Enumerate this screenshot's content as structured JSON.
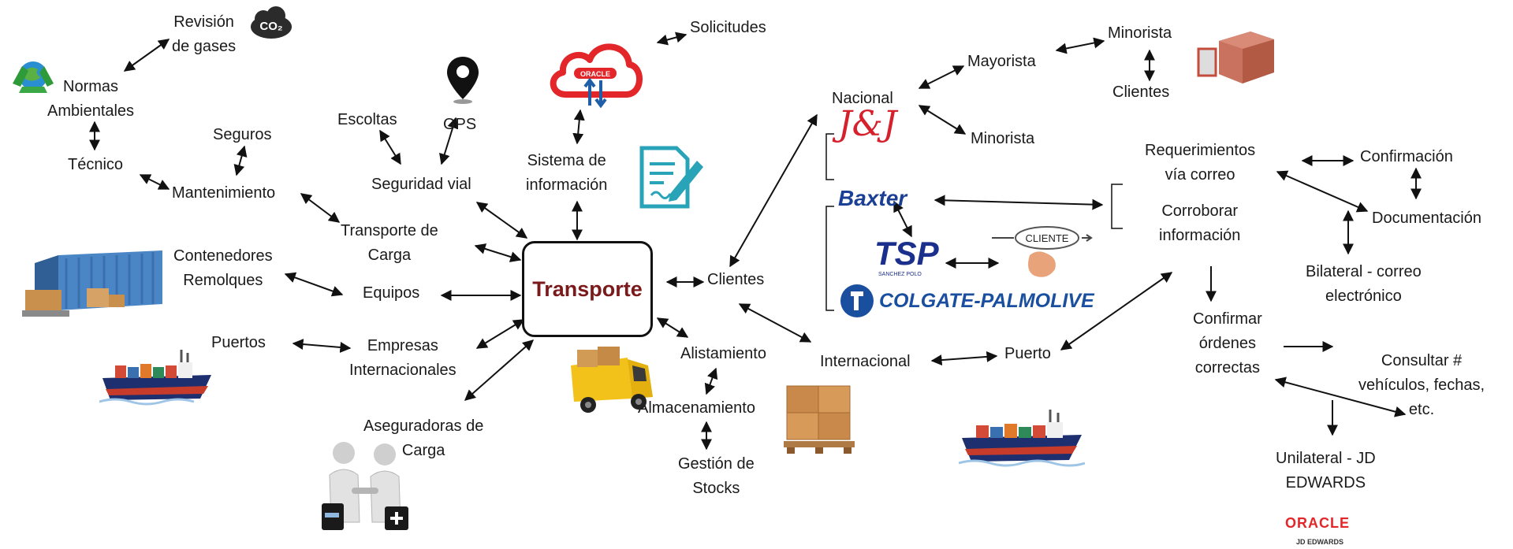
{
  "center": {
    "line1": "Transport",
    "line2": "e"
  },
  "nodes": {
    "revision": [
      "Revisión",
      "de gases"
    ],
    "normas": [
      "Normas",
      "Ambientales"
    ],
    "tecnico": [
      "Técnico"
    ],
    "seguros": [
      "Seguros"
    ],
    "mantenimiento": [
      "Mantenimiento"
    ],
    "escoltas": [
      "Escoltas"
    ],
    "gps": [
      "GPS"
    ],
    "seguridad_vial": [
      "Seguridad vial"
    ],
    "transporte_carga": [
      "Transporte de",
      "Carga"
    ],
    "contenedores": [
      "Contenedores",
      "Remolques"
    ],
    "equipos": [
      "Equipos"
    ],
    "puertos": [
      "Puertos"
    ],
    "empresas": [
      "Empresas",
      "Internacionales"
    ],
    "aseguradoras": [
      "Aseguradoras de",
      "Carga"
    ],
    "solicitudes": [
      "Solicitudes"
    ],
    "sistema": [
      "Sistema de",
      "información"
    ],
    "clientes": [
      "Clientes"
    ],
    "alistamiento": [
      "Alistamiento"
    ],
    "almacenamiento": [
      "Almacenamiento"
    ],
    "gestion": [
      "Gestión de",
      "Stocks"
    ],
    "nacional": [
      "Nacional"
    ],
    "mayorista": [
      "Mayorista"
    ],
    "minorista_nac": [
      "Minorista"
    ],
    "minorista_top": [
      "Minorista"
    ],
    "clientes_top": [
      "Clientes"
    ],
    "internacional": [
      "Internacional"
    ],
    "puerto": [
      "Puerto"
    ],
    "requerimientos": [
      "Requerimientos",
      "vía correo"
    ],
    "confirmacion": [
      "Confirmación"
    ],
    "corroborar": [
      "Corroborar",
      "información"
    ],
    "documentacion": [
      "Documentación"
    ],
    "bilateral": [
      "Bilateral - correo",
      "electrónico"
    ],
    "confirmar": [
      "Confirmar",
      "órdenes",
      "correctas"
    ],
    "consultar": [
      "Consultar #",
      "vehículos, fechas,",
      "etc."
    ],
    "unilateral": [
      "Unilateral - JD",
      "EDWARDS"
    ]
  },
  "logos": {
    "co2": "CO₂",
    "oracle_cloud": "ORACLE",
    "jj": "J&J",
    "baxter": "Baxter",
    "tsp": "TSP",
    "tsp_sub": "SANCHEZ POLO",
    "cliente_sign": "CLIENTE",
    "colgate": "COLGATE-PALMOLIVE",
    "oracle_jde_1": "ORACLE",
    "oracle_jde_2": "JD EDWARDS"
  },
  "colors": {
    "center_text": "#7b1a1c",
    "oracle_red": "#e3262a",
    "baxter_blue": "#1b3f95",
    "tsp_blue": "#1b2f8c",
    "colgate_blue": "#1a4fa0",
    "jj_red": "#d6202c"
  }
}
